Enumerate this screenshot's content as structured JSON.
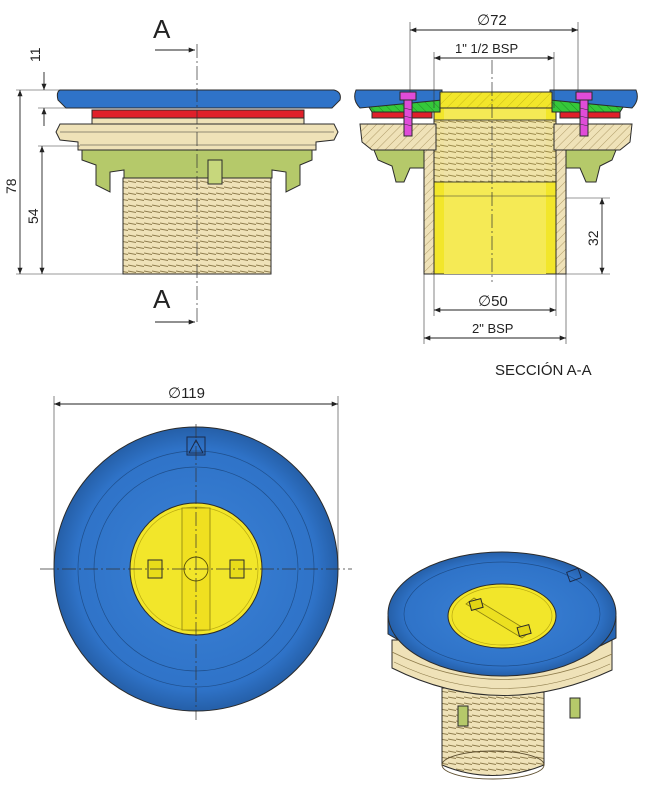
{
  "section": {
    "marker_top": "A",
    "marker_bottom": "A",
    "caption": "SECCIÓN A-A"
  },
  "dimensions": {
    "flange_thickness": "11",
    "total_height": "78",
    "thread_height": "54",
    "outer_diameter_sec": "∅72",
    "inner_thread_sec": "1\" 1/2 BSP",
    "bore_diameter": "∅50",
    "outer_thread": "2\" BSP",
    "bore_depth": "32",
    "flange_diameter": "∅119"
  },
  "colors": {
    "flange_blue": "#2f73c8",
    "gasket_red": "#e0202a",
    "body_tan": "#efe2b8",
    "clip_green": "#b5c96a",
    "insert_yellow": "#f2e62a",
    "screw_magenta": "#e04cd8",
    "section_green": "#35c83a"
  }
}
